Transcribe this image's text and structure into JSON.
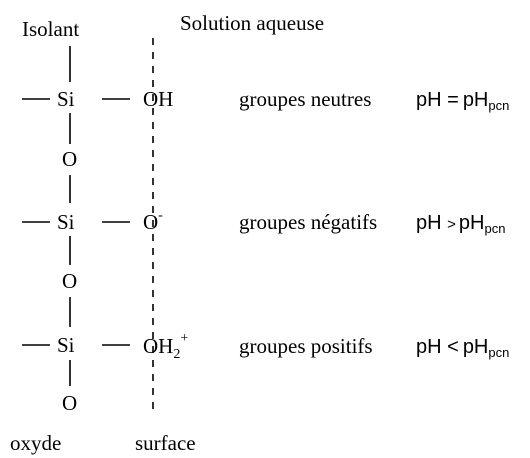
{
  "headers": {
    "left": "Isolant",
    "right": "Solution aqueuse"
  },
  "footers": {
    "left": "oxyde",
    "right": "surface"
  },
  "rows": [
    {
      "atom": "Si",
      "group_main": "OH",
      "group_sup": "",
      "group_sub": "",
      "description": "groupes neutres",
      "cond_prefix": "pH ",
      "cond_op": "=",
      "cond_var": "pH",
      "cond_sub": "pcn"
    },
    {
      "atom": "Si",
      "group_main": "O",
      "group_sup": "-",
      "group_sub": "",
      "description": "groupes négatifs",
      "cond_prefix": "pH ",
      "cond_op": ">",
      "cond_var": "pH",
      "cond_sub": "pcn"
    },
    {
      "atom": "Si",
      "group_main": "OH",
      "group_sup": "+",
      "group_sub": "2",
      "description": "groupes positifs",
      "cond_prefix": "pH ",
      "cond_op": "<",
      "cond_var": "pH",
      "cond_sub": "pcn"
    }
  ],
  "bridges": [
    "O",
    "O"
  ],
  "terminal": "O"
}
